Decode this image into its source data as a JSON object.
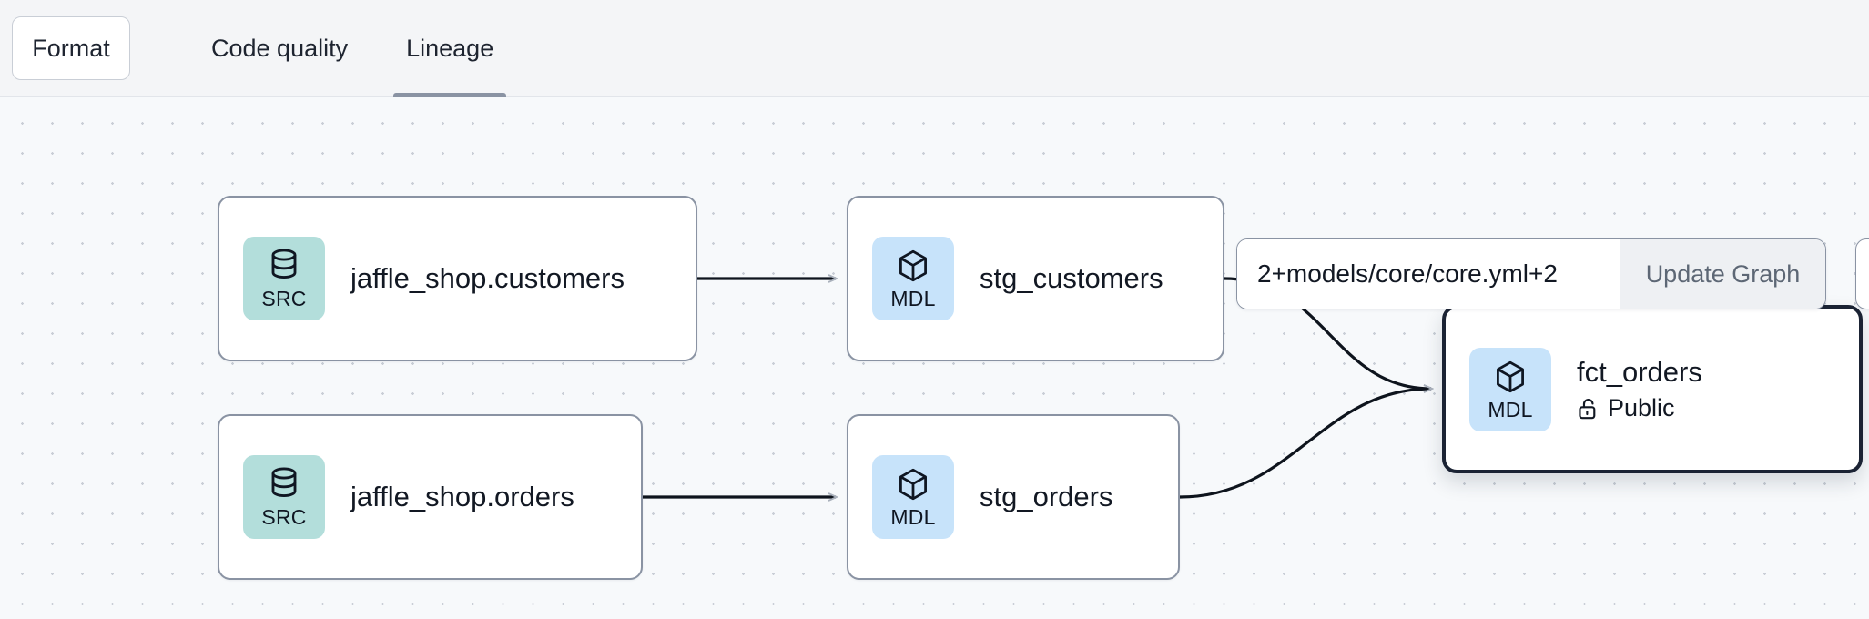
{
  "toolbar": {
    "format_label": "Format",
    "tabs": [
      {
        "label": "Code quality",
        "active": false
      },
      {
        "label": "Lineage",
        "active": true
      }
    ]
  },
  "graph_control": {
    "selector_value": "2+models/core/core.yml+2",
    "selector_placeholder": "2+models/core/core.yml+2",
    "update_button_label": "Update Graph"
  },
  "lineage": {
    "nodes": [
      {
        "id": "jaffle_shop_customers",
        "title": "jaffle_shop.customers",
        "badge": "SRC",
        "badge_icon": "database-icon",
        "badge_color": "#b3dedb",
        "subtitle": null,
        "selected": false
      },
      {
        "id": "stg_customers",
        "title": "stg_customers",
        "badge": "MDL",
        "badge_icon": "cube-icon",
        "badge_color": "#c7e3fa",
        "subtitle": null,
        "selected": false
      },
      {
        "id": "jaffle_shop_orders",
        "title": "jaffle_shop.orders",
        "badge": "SRC",
        "badge_icon": "database-icon",
        "badge_color": "#b3dedb",
        "subtitle": null,
        "selected": false
      },
      {
        "id": "stg_orders",
        "title": "stg_orders",
        "badge": "MDL",
        "badge_icon": "cube-icon",
        "badge_color": "#c7e3fa",
        "subtitle": null,
        "selected": false
      },
      {
        "id": "fct_orders",
        "title": "fct_orders",
        "badge": "MDL",
        "badge_icon": "cube-icon",
        "badge_color": "#c7e3fa",
        "subtitle": "Public",
        "subtitle_icon": "unlock-icon",
        "selected": true
      }
    ],
    "edges": [
      {
        "from": "jaffle_shop_customers",
        "to": "stg_customers"
      },
      {
        "from": "jaffle_shop_orders",
        "to": "stg_orders"
      },
      {
        "from": "stg_customers",
        "to": "fct_orders"
      },
      {
        "from": "stg_orders",
        "to": "fct_orders"
      }
    ]
  },
  "colors": {
    "canvas_background": "#f7f9fb",
    "toolbar_background": "#f4f5f7",
    "node_border": "#8a93a3",
    "selected_node_border": "#1b2334",
    "edge": "#0e141d",
    "text": "#121823"
  }
}
